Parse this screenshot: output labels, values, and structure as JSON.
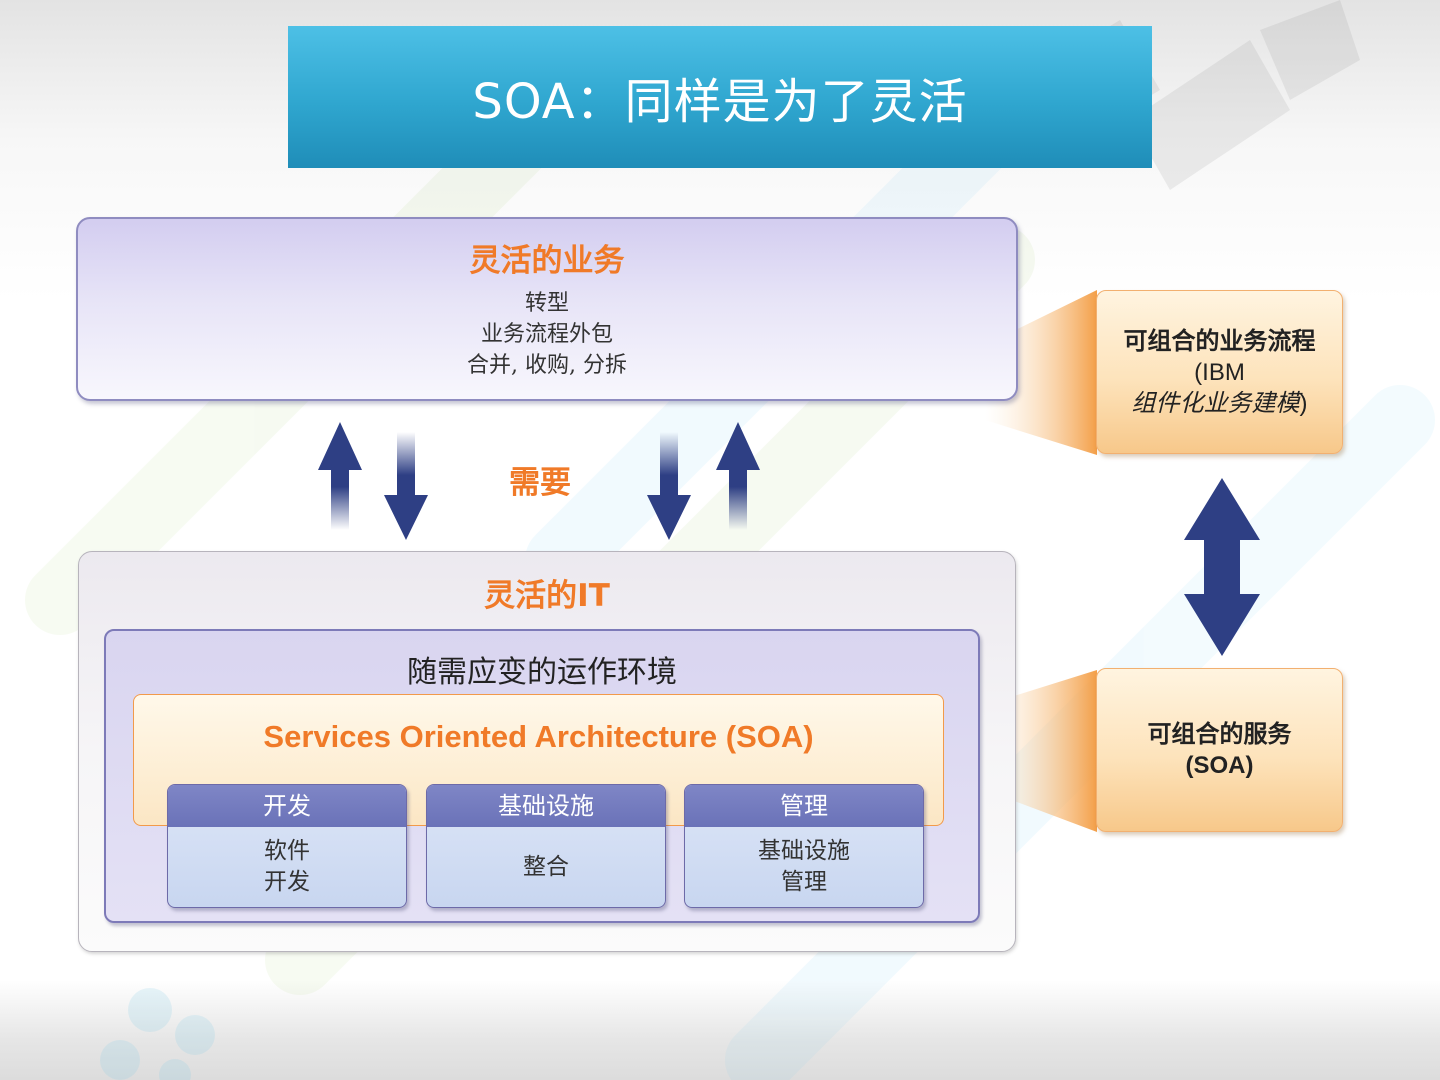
{
  "title": "SOA：同样是为了灵活",
  "business": {
    "heading": "灵活的业务",
    "lines": [
      "转型",
      "业务流程外包",
      "合并, 收购, 分拆"
    ]
  },
  "need_label": "需要",
  "it": {
    "heading": "灵活的IT",
    "environment": "随需应变的运作环境",
    "soa_title": "Services Oriented Architecture (SOA)",
    "cards": [
      {
        "header": "开发",
        "lines": [
          "软件",
          "开发"
        ]
      },
      {
        "header": "基础设施",
        "lines": [
          "整合"
        ]
      },
      {
        "header": "管理",
        "lines": [
          "基础设施",
          "管理"
        ]
      }
    ]
  },
  "right": {
    "process_box": {
      "line1": "可组合的业务流程",
      "line2": "(IBM",
      "line3": "组件化业务建模",
      "line3_suffix": ")"
    },
    "service_box": {
      "line1": "可组合的服务",
      "line2": "(SOA)"
    }
  },
  "colors": {
    "accent_orange": "#f07a28",
    "title_blue": "#2fa6cf",
    "arrow_navy": "#2e3f84"
  }
}
